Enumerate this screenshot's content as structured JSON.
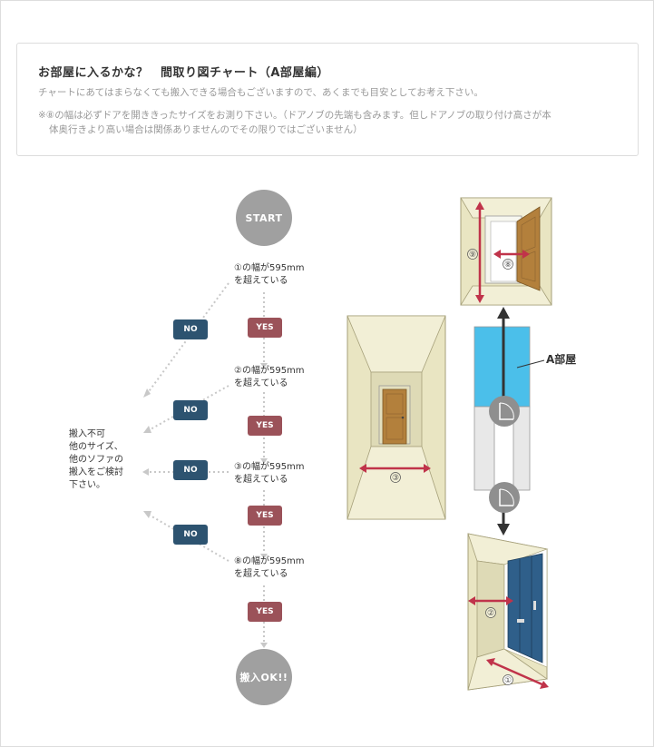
{
  "header": {
    "title": "お部屋に入るかな？　間取り図チャート（A部屋編）",
    "line1": "チャートにあてはまらなくても搬入できる場合もございますので、あくまでも目安としてお考え下さい。",
    "line2": "※⑧の幅は必ずドアを開ききったサイズをお測り下さい。（ドアノブの先端も含みます。但しドアノブの取り付け高さが本",
    "line3": "体奥行きより高い場合は関係ありませんのでその限りではございません）"
  },
  "flow": {
    "start": "START",
    "end": "搬入OK!!",
    "yes": "YES",
    "no": "NO",
    "steps": [
      {
        "line1": "①の幅が595mm",
        "line2": "を超えている"
      },
      {
        "line1": "②の幅が595mm",
        "line2": "を超えている"
      },
      {
        "line1": "③の幅が595mm",
        "line2": "を超えている"
      },
      {
        "line1": "⑧の幅が595mm",
        "line2": "を超えている"
      }
    ],
    "fail_note": [
      "搬入不可",
      "他のサイズ、",
      "他のソファの",
      "搬入をご検討",
      "下さい。"
    ]
  },
  "diagram": {
    "room_label": "A部屋",
    "markers": {
      "m1": "①",
      "m2": "②",
      "m3": "③",
      "m8": "⑧",
      "m9": "⑨"
    },
    "colors": {
      "room_blue": "#4bbfea",
      "room_grey": "#e8e8e8",
      "wall": "#e9e5c2",
      "door": "#b3803c",
      "arrow": "#c0334a",
      "panel_blue": "#2f5f8a"
    }
  }
}
